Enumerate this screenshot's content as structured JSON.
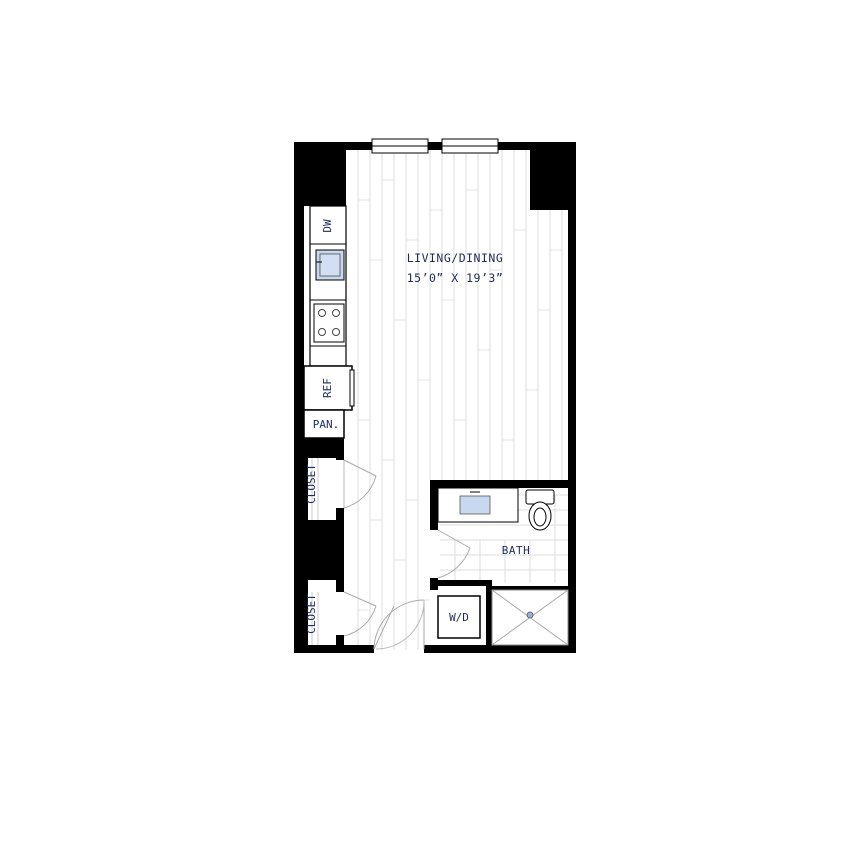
{
  "rooms": {
    "living": {
      "name": "LIVING/DINING",
      "dims": "15’0” X 19’3”"
    },
    "bath": {
      "name": "BATH"
    }
  },
  "fixtures": {
    "dishwasher": "DW",
    "refrigerator": "REF",
    "pantry": "PAN.",
    "closet_upper": "CLOSET",
    "closet_lower": "CLOSET",
    "washer_dryer": "W/D"
  },
  "colors": {
    "wall": "#000000",
    "label": "#1f2b5a",
    "fixture_blue": "#c7d8f0",
    "floor_line": "#d9d9d9"
  }
}
